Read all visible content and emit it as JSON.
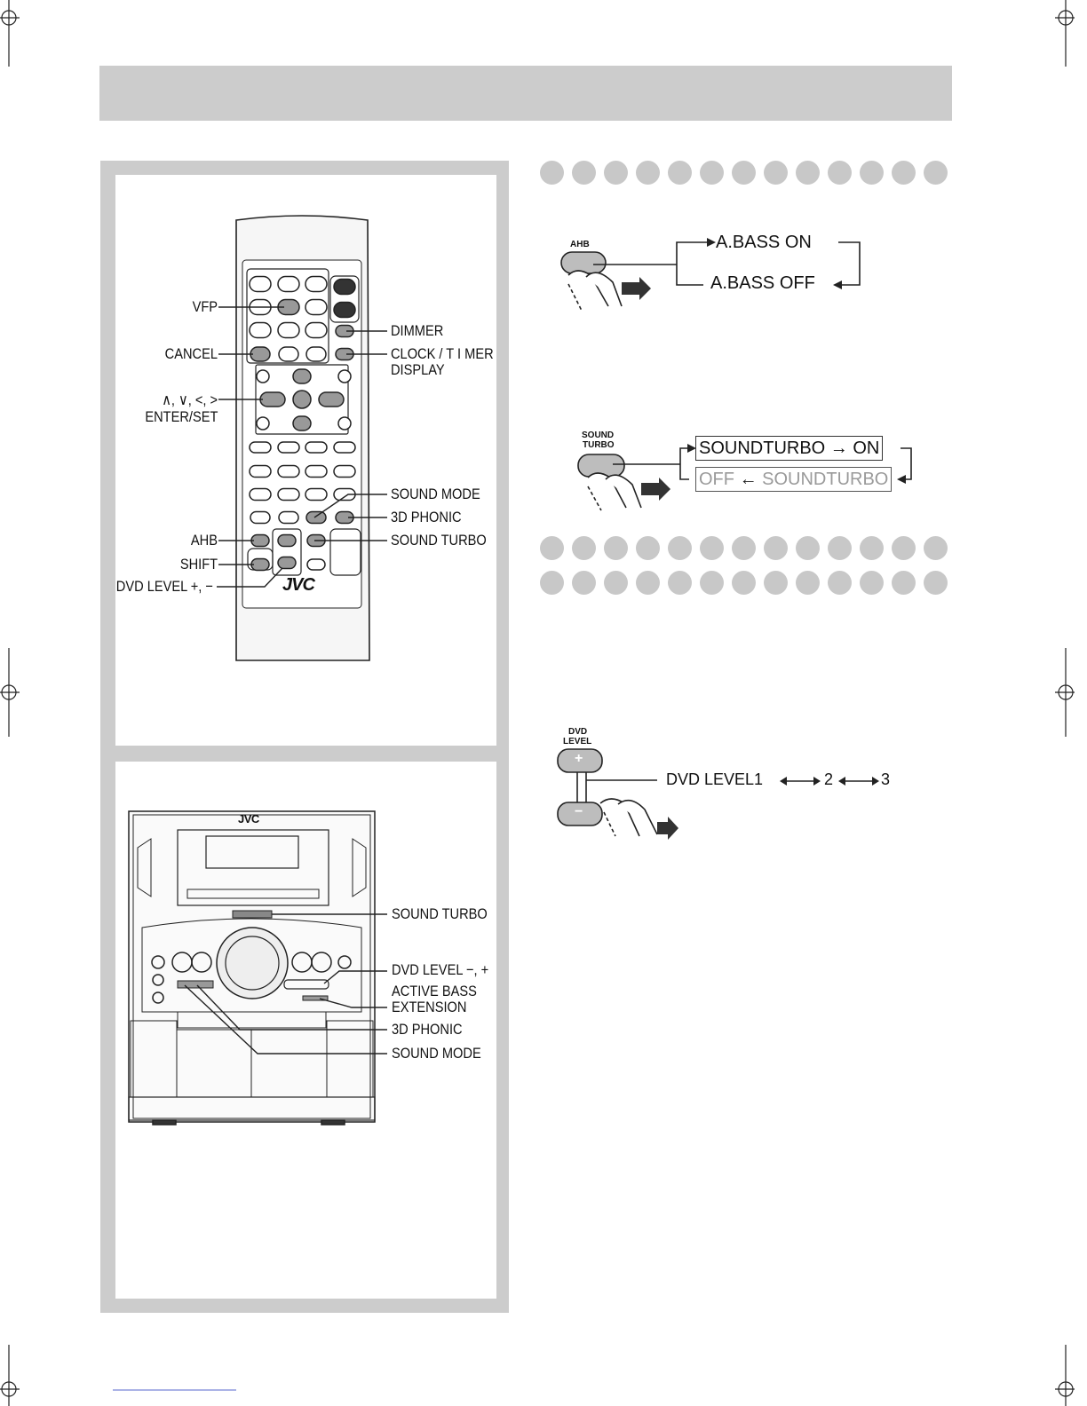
{
  "remote_labels": {
    "vfp": "VFP",
    "cancel": "CANCEL",
    "arrows": "∧, ∨, <, >",
    "enter_set": "ENTER/SET",
    "ahb": "AHB",
    "shift": "SHIFT",
    "dvd_level": "DVD LEVEL +, −",
    "dimmer": "DIMMER",
    "clock_timer": "CLOCK / T I MER",
    "display": "DISPLAY",
    "sound_mode": "SOUND MODE",
    "phonic": "3D PHONIC",
    "sound_turbo": "SOUND TURBO",
    "brand": "JVC"
  },
  "unit_labels": {
    "brand": "JVC",
    "sound_turbo": "SOUND TURBO",
    "dvd_level": "DVD LEVEL −, +",
    "active_bass_1": "ACTIVE BASS",
    "active_bass_2": "EXTENSION",
    "phonic": "3D PHONIC",
    "sound_mode": "SOUND MODE"
  },
  "ahb": {
    "button_label": "AHB",
    "on": "A.BASS ON",
    "off": "A.BASS OFF"
  },
  "turbo": {
    "button_label_1": "SOUND",
    "button_label_2": "TURBO",
    "on_left": "SOUNDTURBO",
    "on_right": "ON",
    "off_left": "OFF",
    "off_right": "SOUNDTURBO"
  },
  "dvd": {
    "button_label_1": "DVD",
    "button_label_2": "LEVEL",
    "plus": "+",
    "minus": "−",
    "sequence_1": "DVD LEVEL1",
    "sequence_2": "2",
    "sequence_3": "3"
  },
  "dot_rows": [
    13,
    13,
    13
  ]
}
